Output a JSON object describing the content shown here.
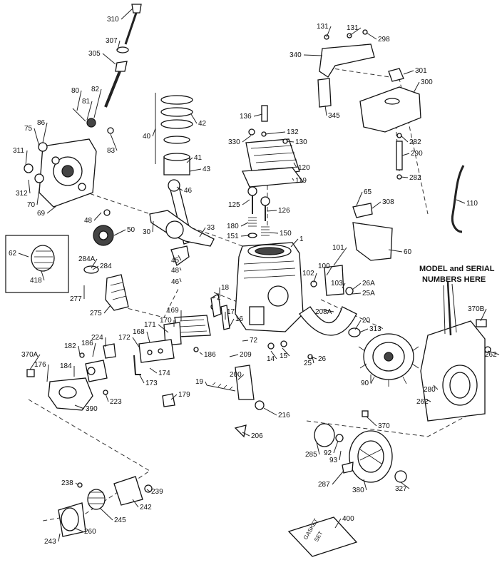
{
  "part_labels": [
    {
      "id": "310",
      "text": "310"
    },
    {
      "id": "307",
      "text": "307"
    },
    {
      "id": "305",
      "text": "305"
    },
    {
      "id": "80",
      "text": "80"
    },
    {
      "id": "81",
      "text": "81"
    },
    {
      "id": "82",
      "text": "82"
    },
    {
      "id": "83",
      "text": "83"
    },
    {
      "id": "86",
      "text": "86"
    },
    {
      "id": "75",
      "text": "75"
    },
    {
      "id": "311",
      "text": "311"
    },
    {
      "id": "312",
      "text": "312"
    },
    {
      "id": "70",
      "text": "70"
    },
    {
      "id": "69",
      "text": "69"
    },
    {
      "id": "40",
      "text": "40"
    },
    {
      "id": "42",
      "text": "42"
    },
    {
      "id": "41",
      "text": "41"
    },
    {
      "id": "43",
      "text": "43"
    },
    {
      "id": "46a",
      "text": "46"
    },
    {
      "id": "48a",
      "text": "48"
    },
    {
      "id": "50",
      "text": "50"
    },
    {
      "id": "30",
      "text": "30"
    },
    {
      "id": "33",
      "text": "33"
    },
    {
      "id": "45",
      "text": "45"
    },
    {
      "id": "48b",
      "text": "48"
    },
    {
      "id": "46b",
      "text": "46"
    },
    {
      "id": "62",
      "text": "62"
    },
    {
      "id": "418",
      "text": "418"
    },
    {
      "id": "284A",
      "text": "284A"
    },
    {
      "id": "284",
      "text": "284"
    },
    {
      "id": "277",
      "text": "277"
    },
    {
      "id": "275",
      "text": "275"
    },
    {
      "id": "136",
      "text": "136"
    },
    {
      "id": "330",
      "text": "330"
    },
    {
      "id": "132",
      "text": "132"
    },
    {
      "id": "130",
      "text": "130"
    },
    {
      "id": "120",
      "text": "120"
    },
    {
      "id": "119",
      "text": "119"
    },
    {
      "id": "125",
      "text": "125"
    },
    {
      "id": "126",
      "text": "126"
    },
    {
      "id": "180",
      "text": "180"
    },
    {
      "id": "151",
      "text": "151"
    },
    {
      "id": "150",
      "text": "150"
    },
    {
      "id": "1",
      "text": "1"
    },
    {
      "id": "131a",
      "text": "131"
    },
    {
      "id": "131b",
      "text": "131"
    },
    {
      "id": "298",
      "text": "298"
    },
    {
      "id": "340",
      "text": "340"
    },
    {
      "id": "301",
      "text": "301"
    },
    {
      "id": "300",
      "text": "300"
    },
    {
      "id": "345",
      "text": "345"
    },
    {
      "id": "282a",
      "text": "282"
    },
    {
      "id": "290",
      "text": "290"
    },
    {
      "id": "282b",
      "text": "282"
    },
    {
      "id": "110",
      "text": "110"
    },
    {
      "id": "65",
      "text": "65"
    },
    {
      "id": "308",
      "text": "308"
    },
    {
      "id": "60",
      "text": "60"
    },
    {
      "id": "101",
      "text": "101"
    },
    {
      "id": "100",
      "text": "100"
    },
    {
      "id": "102",
      "text": "102"
    },
    {
      "id": "103",
      "text": "103"
    },
    {
      "id": "26A",
      "text": "26A"
    },
    {
      "id": "25A",
      "text": "25A"
    },
    {
      "id": "208A",
      "text": "208A"
    },
    {
      "id": "20",
      "text": "20"
    },
    {
      "id": "313",
      "text": "313"
    },
    {
      "id": "25",
      "text": "25"
    },
    {
      "id": "26",
      "text": "26"
    },
    {
      "id": "90",
      "text": "90"
    },
    {
      "id": "370B",
      "text": "370B"
    },
    {
      "id": "262a",
      "text": "262"
    },
    {
      "id": "280",
      "text": "280"
    },
    {
      "id": "262b",
      "text": "262"
    },
    {
      "id": "370",
      "text": "370"
    },
    {
      "id": "169",
      "text": "169"
    },
    {
      "id": "170",
      "text": "170"
    },
    {
      "id": "171",
      "text": "171"
    },
    {
      "id": "168",
      "text": "168"
    },
    {
      "id": "172",
      "text": "172"
    },
    {
      "id": "174",
      "text": "174"
    },
    {
      "id": "173",
      "text": "173"
    },
    {
      "id": "186a",
      "text": "186"
    },
    {
      "id": "2",
      "text": "2"
    },
    {
      "id": "18",
      "text": "18"
    },
    {
      "id": "17",
      "text": "17"
    },
    {
      "id": "16",
      "text": "16"
    },
    {
      "id": "72",
      "text": "72"
    },
    {
      "id": "14",
      "text": "14"
    },
    {
      "id": "15",
      "text": "15"
    },
    {
      "id": "209",
      "text": "209"
    },
    {
      "id": "200",
      "text": "200"
    },
    {
      "id": "19",
      "text": "19"
    },
    {
      "id": "216",
      "text": "216"
    },
    {
      "id": "206",
      "text": "206"
    },
    {
      "id": "179",
      "text": "179"
    },
    {
      "id": "370A",
      "text": "370A"
    },
    {
      "id": "176",
      "text": "176"
    },
    {
      "id": "182",
      "text": "182"
    },
    {
      "id": "184",
      "text": "184"
    },
    {
      "id": "186b",
      "text": "186"
    },
    {
      "id": "224",
      "text": "224"
    },
    {
      "id": "223",
      "text": "223"
    },
    {
      "id": "390",
      "text": "390"
    },
    {
      "id": "285",
      "text": "285"
    },
    {
      "id": "92",
      "text": "92"
    },
    {
      "id": "93",
      "text": "93"
    },
    {
      "id": "287",
      "text": "287"
    },
    {
      "id": "380",
      "text": "380"
    },
    {
      "id": "327",
      "text": "327"
    },
    {
      "id": "238",
      "text": "238"
    },
    {
      "id": "239",
      "text": "239"
    },
    {
      "id": "242",
      "text": "242"
    },
    {
      "id": "245",
      "text": "245"
    },
    {
      "id": "260",
      "text": "260"
    },
    {
      "id": "243",
      "text": "243"
    },
    {
      "id": "400",
      "text": "400"
    }
  ],
  "model_note": {
    "line1": "MODEL and SERIAL",
    "line2": "NUMBERS HERE"
  },
  "gasket_book": {
    "line1": "GASKET",
    "line2": "SET"
  }
}
